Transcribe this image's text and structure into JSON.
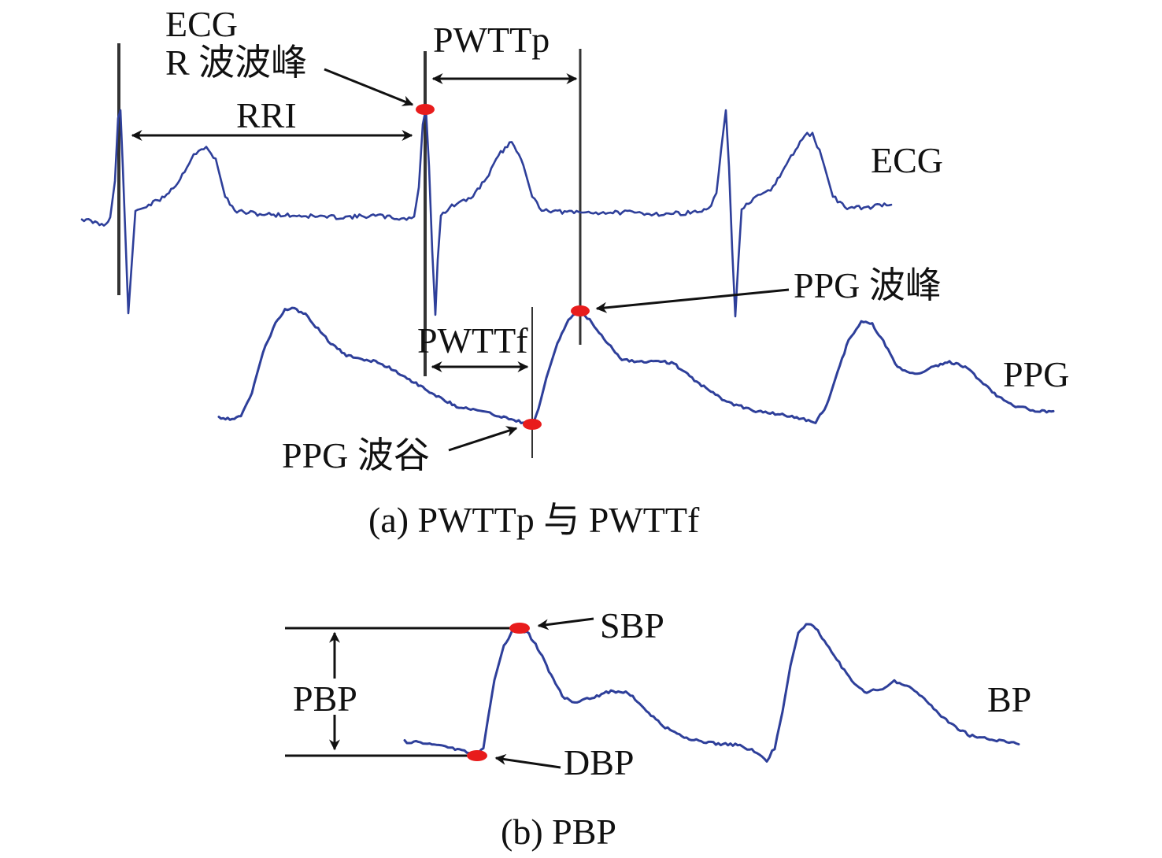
{
  "colors": {
    "wave": "#2e3f9a",
    "marker": "#e81c1c",
    "line": "#111111",
    "background": "#ffffff"
  },
  "panel_a": {
    "caption": "(a) PWTTp 与 PWTTf",
    "labels": {
      "ecg_r_peak_line1": "ECG",
      "ecg_r_peak_line2": "R 波波峰",
      "pwttp": "PWTTp",
      "rri": "RRI",
      "ecg": "ECG",
      "ppg_peak": "PPG 波峰",
      "pwttf": "PWTTf",
      "ppg": "PPG",
      "ppg_trough": "PPG 波谷"
    }
  },
  "panel_b": {
    "caption": "(b) PBP",
    "labels": {
      "sbp": "SBP",
      "pbp": "PBP",
      "bp": "BP",
      "dbp": "DBP"
    }
  }
}
